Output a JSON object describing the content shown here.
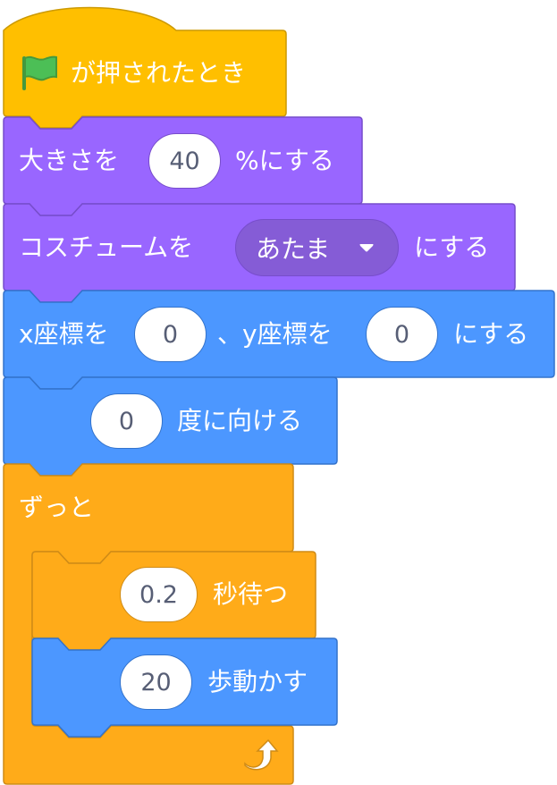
{
  "colors": {
    "events": "#ffbf00",
    "events_stroke": "#cc9900",
    "looks": "#9966ff",
    "looks_stroke": "#774dcb",
    "motion": "#4c97ff",
    "motion_stroke": "#3373cc",
    "control": "#ffab19",
    "control_stroke": "#cf8b17",
    "input_text": "#575e75"
  },
  "script": {
    "hat": {
      "icon": "green-flag-icon",
      "label": "が押されたとき"
    },
    "set_size": {
      "label": "大きさを",
      "value": "40",
      "suffix": "%にする"
    },
    "switch_costume": {
      "label": "コスチュームを",
      "value": "あたま",
      "suffix": "にする"
    },
    "goto_xy": {
      "label_x": "x座標を",
      "x": "0",
      "label_y": "、y座標を",
      "y": "0",
      "suffix": "にする"
    },
    "point_direction": {
      "value": "0",
      "suffix": "度に向ける"
    },
    "forever": {
      "label": "ずっと",
      "icon": "loop-arrow-icon"
    },
    "wait": {
      "value": "0.2",
      "suffix": "秒待つ"
    },
    "move": {
      "value": "20",
      "suffix": "歩動かす"
    }
  }
}
